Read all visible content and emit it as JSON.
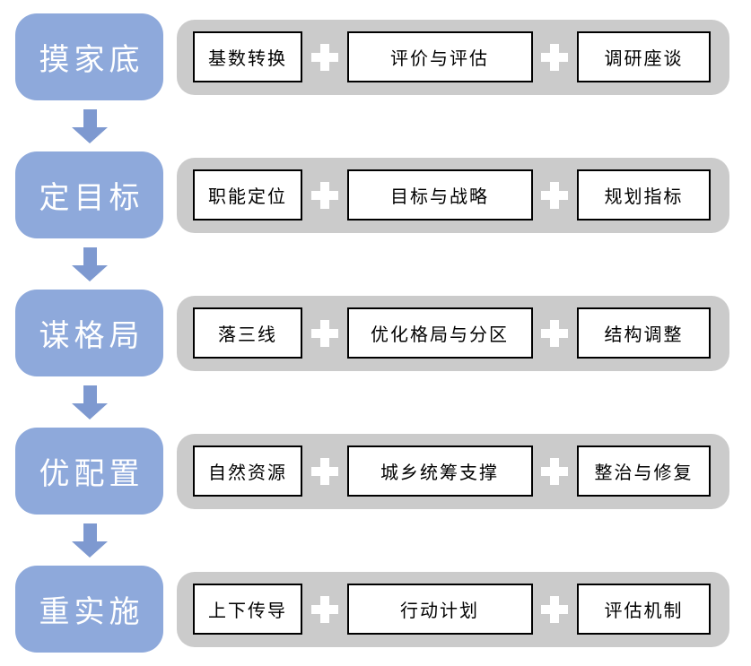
{
  "diagram": {
    "rows": [
      {
        "stage": "摸家底",
        "steps": [
          "基数转换",
          "评价与评估",
          "调研座谈"
        ]
      },
      {
        "stage": "定目标",
        "steps": [
          "职能定位",
          "目标与战略",
          "规划指标"
        ]
      },
      {
        "stage": "谋格局",
        "steps": [
          "落三线",
          "优化格局与分区",
          "结构调整"
        ]
      },
      {
        "stage": "优配置",
        "steps": [
          "自然资源",
          "城乡统筹支撑",
          "整治与修复"
        ]
      },
      {
        "stage": "重实施",
        "steps": [
          "上下传导",
          "行动计划",
          "评估机制"
        ]
      }
    ],
    "colors": {
      "stage_fill": "#8EA9DB",
      "arrow_fill": "#7E99D0",
      "bar_fill": "#CBCBCB",
      "step_fill": "#FFFFFF",
      "step_border": "#000000",
      "plus_fill": "#FFFFFF",
      "stage_text": "#FFFFFF",
      "step_text": "#000000"
    }
  }
}
